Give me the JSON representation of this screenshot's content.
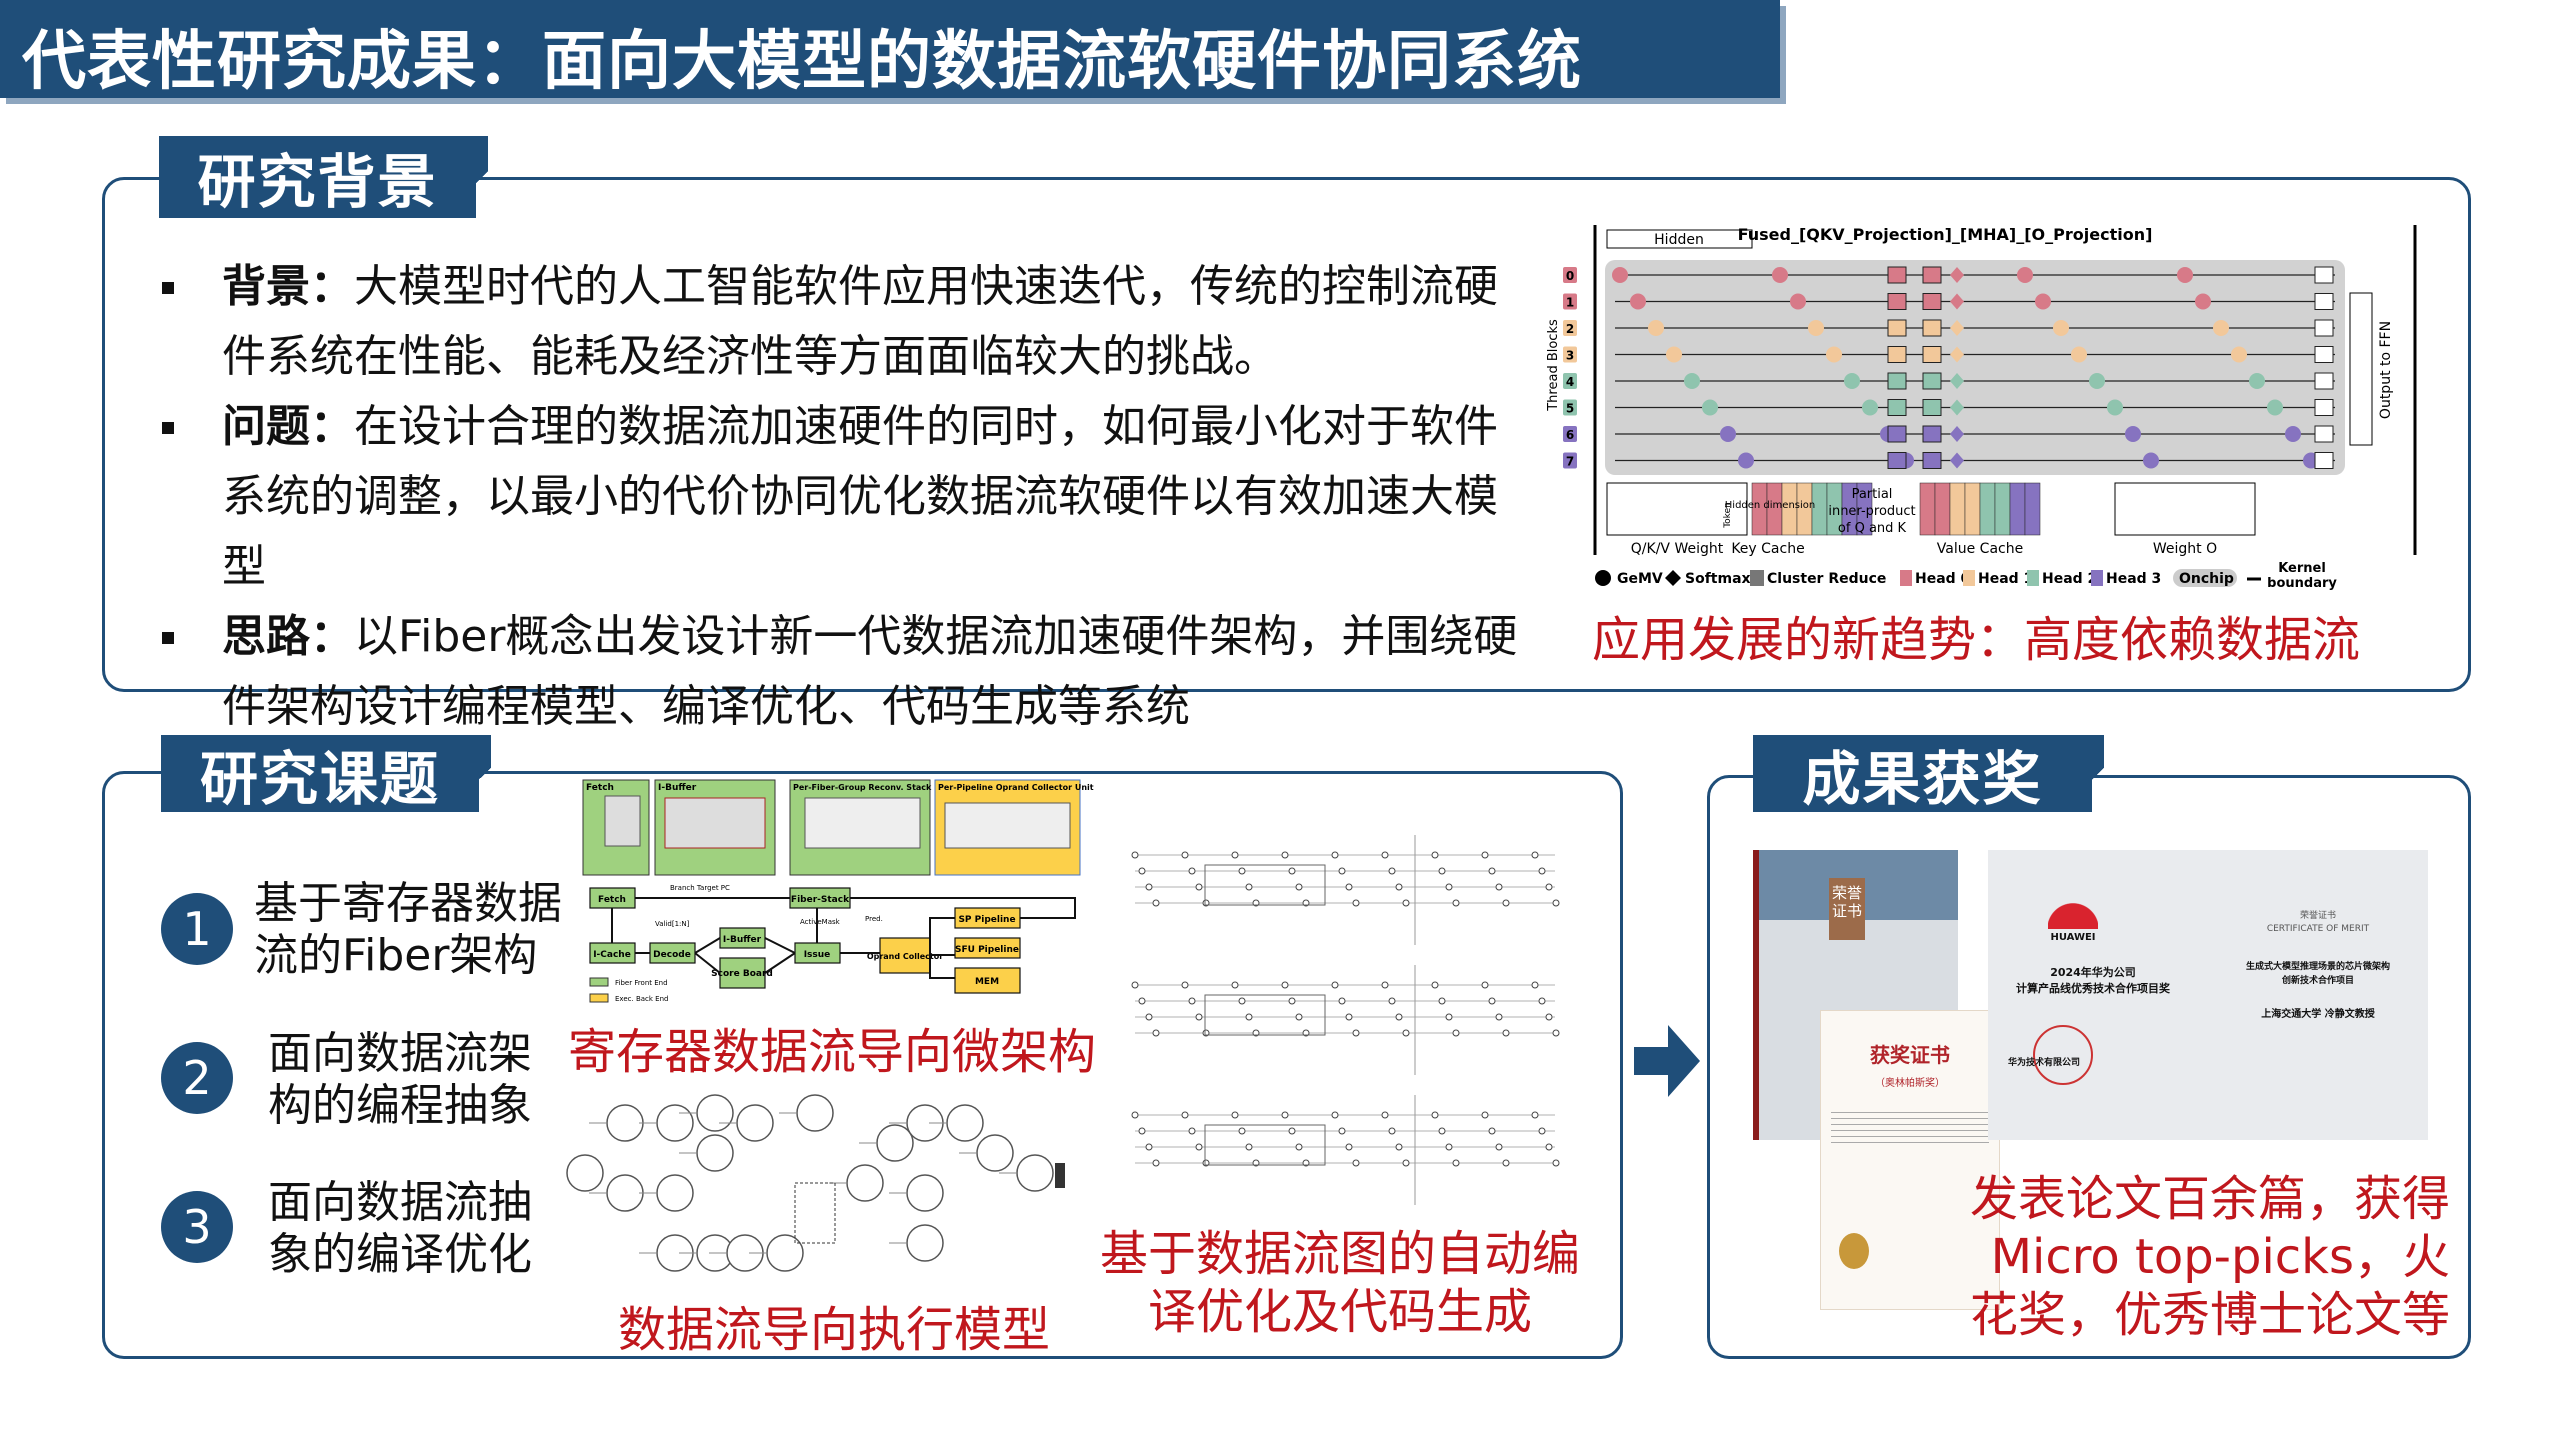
{
  "title": "代表性研究成果：面向大模型的数据流软硬件协同系统",
  "background": {
    "tab": "研究背景",
    "bullets": [
      {
        "label": "背景：",
        "text": "大模型时代的人工智能软件应用快速迭代，传统的控制流硬件系统在性能、能耗及经济性等方面面临较大的挑战。"
      },
      {
        "label": "问题：",
        "text": "在设计合理的数据流加速硬件的同时，如何最小化对于软件系统的调整，以最小的代价协同优化数据流软硬件以有效加速大模型"
      },
      {
        "label": "思路：",
        "text": "以Fiber概念出发设计新一代数据流加速硬件架构，并围绕硬件架构设计编程模型、编译优化、代码生成等系统"
      }
    ],
    "figure": {
      "title": "Fused_[QKV_Projection]_[MHA]_[O_Projection]",
      "hidden": "Hidden",
      "y_label": "Thread Blocks",
      "right_label": "Output to FFN",
      "rows": [
        "0",
        "1",
        "2",
        "3",
        "4",
        "5",
        "6",
        "7"
      ],
      "blocks": [
        "Q/K/V Weight",
        "Key Cache",
        "Value Cache",
        "Weight O"
      ],
      "token": "Token",
      "hidden_dim": "Hidden dimension",
      "partial": [
        "Partial",
        "inner-product",
        "of Q and K"
      ],
      "legend": [
        "GeMV",
        "Softmax",
        "Cluster Reduce",
        "Head 0",
        "Head 1",
        "Head 2",
        "Head 3",
        "Onchip",
        "Kernel boundary"
      ],
      "head_colors": [
        "#d77a88",
        "#f2c89a",
        "#8fc4ae",
        "#8673c0"
      ]
    },
    "caption": "应用发展的新趋势：高度依赖数据流"
  },
  "topics": {
    "tab": "研究课题",
    "items": [
      {
        "num": "1",
        "lines": [
          "基于寄存器数据",
          "流的Fiber架构"
        ]
      },
      {
        "num": "2",
        "lines": [
          "面向数据流架",
          "构的编程抽象"
        ]
      },
      {
        "num": "3",
        "lines": [
          "面向数据流抽",
          "象的编译优化"
        ]
      }
    ],
    "arch": {
      "top": [
        "Fetch",
        "I-Buffer",
        "Per-Fiber-Group Reconv. Stack",
        "Per-Pipeline Oprand Collector Unit"
      ],
      "blocks": [
        "Fetch",
        "I-Cache",
        "Decode",
        "I-Buffer",
        "Score Board",
        "Issue",
        "Fiber-Stack",
        "Oprand Collector",
        "SP Pipeline",
        "SFU Pipeline",
        "MEM"
      ],
      "labels": [
        "Branch Target PC",
        "Valid[1:N]",
        "ActiveMask",
        "Pred."
      ],
      "legend": [
        "Fiber Front End",
        "Exec. Back End"
      ]
    },
    "caption_arch": "寄存器数据流导向微架构",
    "caption_exec": "数据流导向执行模型",
    "caption_compile": [
      "基于数据流图的自动编",
      "译优化及代码生成"
    ]
  },
  "awards": {
    "tab": "成果获奖",
    "cert1": "荣誉证书",
    "cert2": "获奖证书",
    "cert2_sub": "（奥林帕斯奖）",
    "huawei": "HUAWEI",
    "huawei_award": [
      "2024年华为公司",
      "计算产品线优秀技术合作项目奖"
    ],
    "merit": [
      "荣誉证书",
      "CERTIFICATE OF MERIT"
    ],
    "project": [
      "生成式大模型推理场景的芯片微架构",
      "创新技术合作项目"
    ],
    "recipient": "上海交通大学   冷静文教授",
    "company": "华为技术有限公司",
    "caption": [
      "发表论文百余篇，获得",
      "Micro top-picks，火",
      "花奖，优秀博士论文等"
    ]
  }
}
